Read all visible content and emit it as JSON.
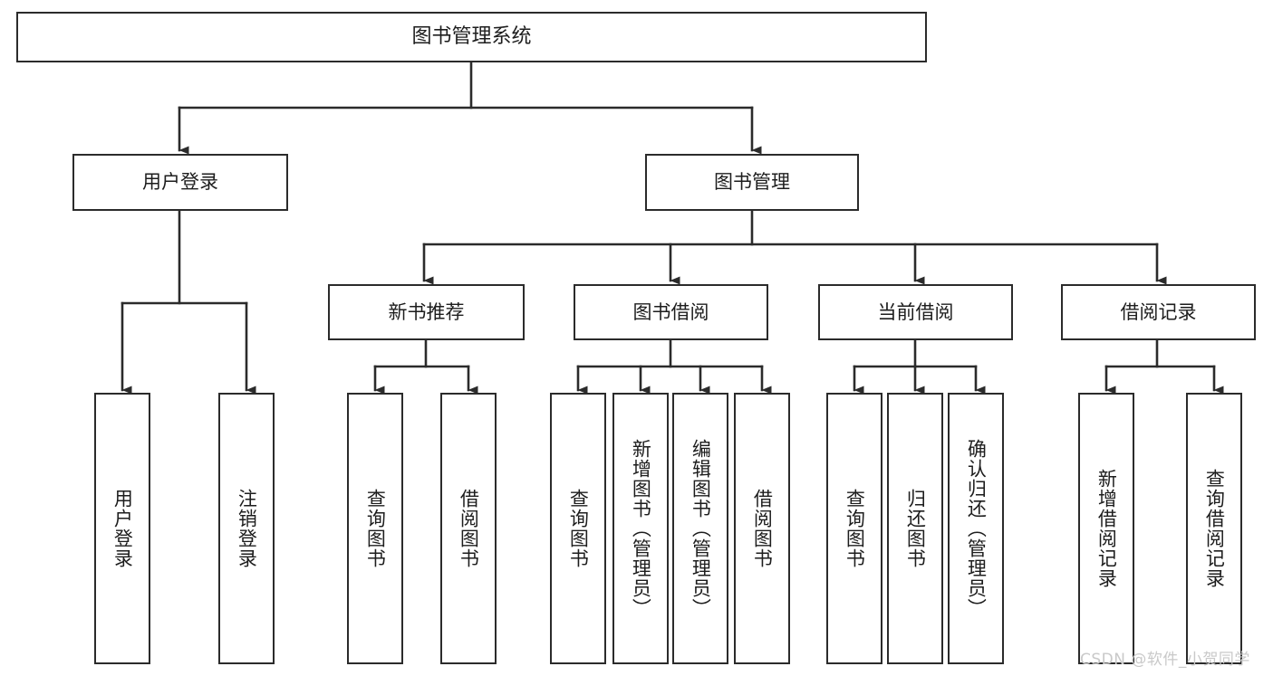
{
  "diagram": {
    "title": "图书管理系统",
    "watermark": "CSDN @软件_小贺同学",
    "stroke_color": "#2b2b2b",
    "background_color": "#ffffff",
    "text_color": "#1d1d1d",
    "watermark_color": "#c9c9c9"
  },
  "nodes": {
    "root": {
      "label": "图书管理系统"
    },
    "level2": [
      {
        "id": "user-login",
        "label": "用户登录"
      },
      {
        "id": "book-manage",
        "label": "图书管理"
      }
    ],
    "level3": [
      {
        "id": "new-book-recommend",
        "label": "新书推荐"
      },
      {
        "id": "book-borrow",
        "label": "图书借阅"
      },
      {
        "id": "current-borrow",
        "label": "当前借阅"
      },
      {
        "id": "borrow-record",
        "label": "借阅记录"
      }
    ],
    "leaves": {
      "user_login": [
        {
          "id": "leaf-user-login",
          "label": "用户登录"
        },
        {
          "id": "leaf-logout-login",
          "label": "注销登录"
        }
      ],
      "new_book_recommend": [
        {
          "id": "leaf-query-book-1",
          "label": "查询图书"
        },
        {
          "id": "leaf-borrow-book-1",
          "label": "借阅图书"
        }
      ],
      "book_borrow": [
        {
          "id": "leaf-query-book-2",
          "label": "查询图书"
        },
        {
          "id": "leaf-add-book",
          "label": "新增图书（管理员）"
        },
        {
          "id": "leaf-edit-book",
          "label": "编辑图书（管理员）"
        },
        {
          "id": "leaf-borrow-book-2",
          "label": "借阅图书"
        }
      ],
      "current_borrow": [
        {
          "id": "leaf-query-book-3",
          "label": "查询图书"
        },
        {
          "id": "leaf-return-book",
          "label": "归还图书"
        },
        {
          "id": "leaf-confirm-return",
          "label": "确认归还（管理员）"
        }
      ],
      "borrow_record": [
        {
          "id": "leaf-add-record",
          "label": "新增借阅记录"
        },
        {
          "id": "leaf-query-record",
          "label": "查询借阅记录"
        }
      ]
    }
  }
}
